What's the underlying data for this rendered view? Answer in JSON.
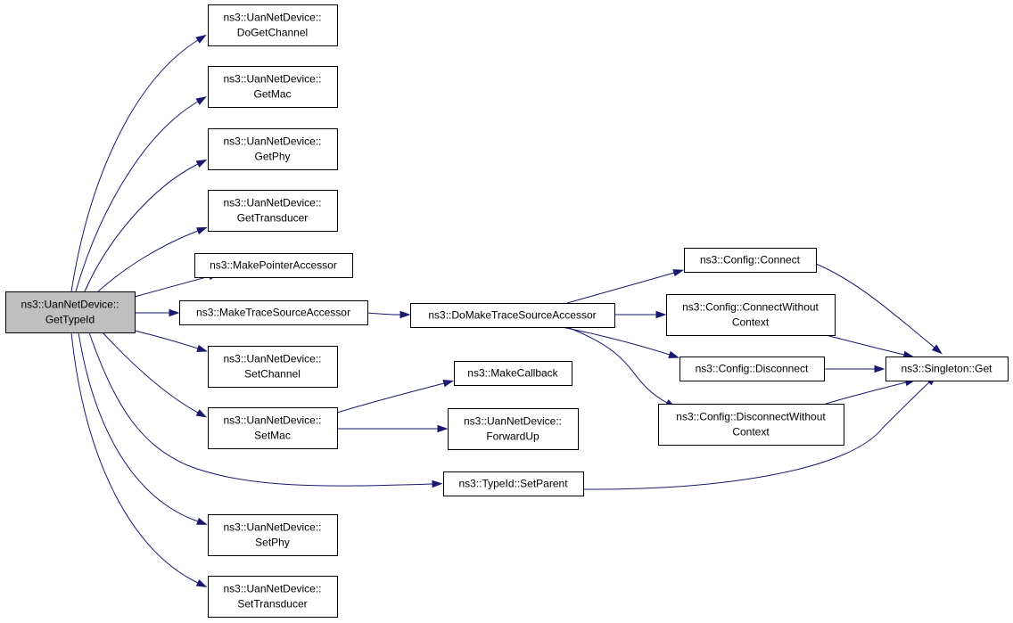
{
  "nodes": {
    "gettypeid": {
      "lines": [
        "ns3::UanNetDevice::",
        "GetTypeId"
      ],
      "root": true
    },
    "dogetchannel": {
      "lines": [
        "ns3::UanNetDevice::",
        "DoGetChannel"
      ]
    },
    "getmac": {
      "lines": [
        "ns3::UanNetDevice::",
        "GetMac"
      ]
    },
    "getphy": {
      "lines": [
        "ns3::UanNetDevice::",
        "GetPhy"
      ]
    },
    "gettransducer": {
      "lines": [
        "ns3::UanNetDevice::",
        "GetTransducer"
      ]
    },
    "makepointer": {
      "lines": [
        "ns3::MakePointerAccessor"
      ]
    },
    "maketrace": {
      "lines": [
        "ns3::MakeTraceSourceAccessor"
      ]
    },
    "setchannel": {
      "lines": [
        "ns3::UanNetDevice::",
        "SetChannel"
      ]
    },
    "setmac": {
      "lines": [
        "ns3::UanNetDevice::",
        "SetMac"
      ]
    },
    "setphy": {
      "lines": [
        "ns3::UanNetDevice::",
        "SetPhy"
      ]
    },
    "settransducer": {
      "lines": [
        "ns3::UanNetDevice::",
        "SetTransducer"
      ]
    },
    "domaketrace": {
      "lines": [
        "ns3::DoMakeTraceSourceAccessor"
      ]
    },
    "makecallback": {
      "lines": [
        "ns3::MakeCallback"
      ]
    },
    "forwardup": {
      "lines": [
        "ns3::UanNetDevice::",
        "ForwardUp"
      ]
    },
    "setparent": {
      "lines": [
        "ns3::TypeId::SetParent"
      ]
    },
    "connect": {
      "lines": [
        "ns3::Config::Connect"
      ]
    },
    "connectwoctx": {
      "lines": [
        "ns3::Config::ConnectWithout",
        "Context"
      ]
    },
    "disconnect": {
      "lines": [
        "ns3::Config::Disconnect"
      ]
    },
    "disconnectwoctx": {
      "lines": [
        "ns3::Config::DisconnectWithout",
        "Context"
      ]
    },
    "singletonget": {
      "lines": [
        "ns3::Singleton::Get"
      ]
    }
  },
  "edges": [
    [
      "gettypeid",
      "dogetchannel"
    ],
    [
      "gettypeid",
      "getmac"
    ],
    [
      "gettypeid",
      "getphy"
    ],
    [
      "gettypeid",
      "gettransducer"
    ],
    [
      "gettypeid",
      "makepointer"
    ],
    [
      "gettypeid",
      "maketrace"
    ],
    [
      "gettypeid",
      "setchannel"
    ],
    [
      "gettypeid",
      "setmac"
    ],
    [
      "gettypeid",
      "setparent"
    ],
    [
      "gettypeid",
      "setphy"
    ],
    [
      "gettypeid",
      "settransducer"
    ],
    [
      "maketrace",
      "domaketrace"
    ],
    [
      "domaketrace",
      "connect"
    ],
    [
      "domaketrace",
      "connectwoctx"
    ],
    [
      "domaketrace",
      "disconnect"
    ],
    [
      "domaketrace",
      "disconnectwoctx"
    ],
    [
      "setmac",
      "makecallback"
    ],
    [
      "setmac",
      "forwardup"
    ],
    [
      "setparent",
      "singletonget"
    ],
    [
      "connect",
      "singletonget"
    ],
    [
      "connectwoctx",
      "singletonget"
    ],
    [
      "disconnect",
      "singletonget"
    ],
    [
      "disconnectwoctx",
      "singletonget"
    ]
  ],
  "colors": {
    "edge": "#191970",
    "root_fill": "#bfbfbf",
    "node_fill": "#ffffff",
    "border": "#000000"
  }
}
